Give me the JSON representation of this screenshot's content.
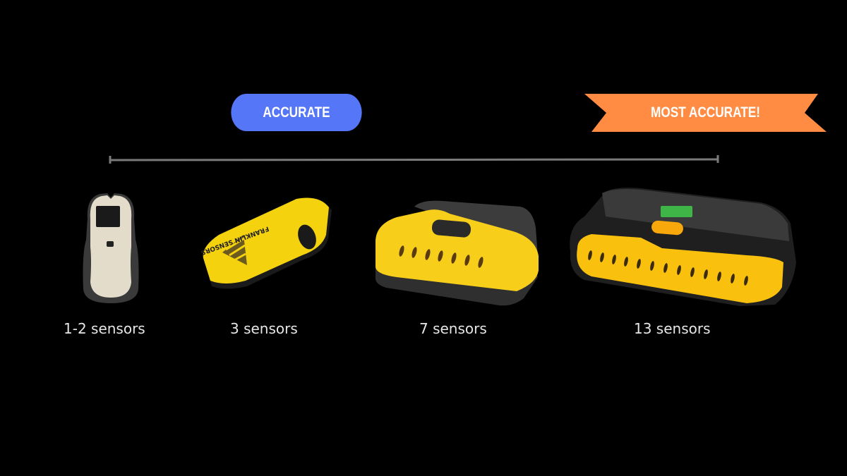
{
  "badges": {
    "accurate": {
      "label": "ACCURATE",
      "color": "#5576f6"
    },
    "most_accurate": {
      "label": "MOST ACCURATE!",
      "color": "#ff8c42"
    }
  },
  "scale": {
    "color": "#7a7a7a"
  },
  "devices": [
    {
      "name": "handheld-stud-finder",
      "caption": "1-2 sensors",
      "body_color": "#e3dccb"
    },
    {
      "name": "franklin-sensors-3",
      "caption": "3 sensors",
      "body_color": "#f5d20e",
      "brand_text": "FRANKLIN SENSORS"
    },
    {
      "name": "stud-finder-7",
      "caption": "7 sensors",
      "body_color": "#f7cf1a",
      "sensor_count": 7
    },
    {
      "name": "stud-finder-13",
      "caption": "13 sensors",
      "body_color": "#f9c10e",
      "sensor_count": 13
    }
  ]
}
